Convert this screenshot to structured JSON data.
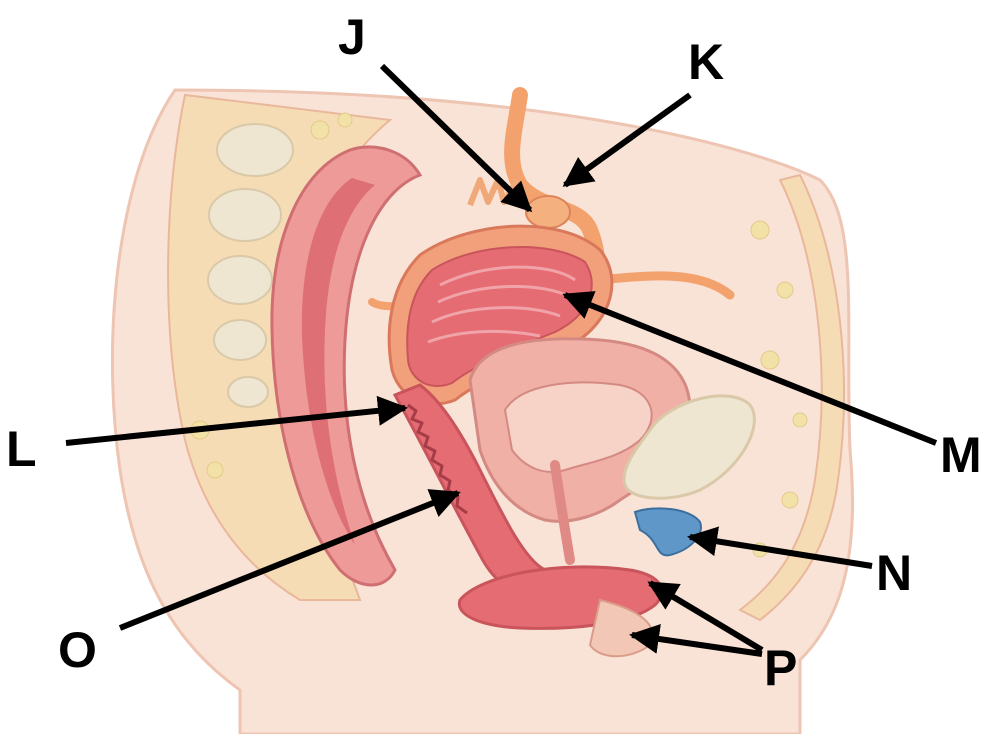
{
  "labels": {
    "J": "J",
    "K": "K",
    "L": "L",
    "M": "M",
    "N": "N",
    "O": "O",
    "P": "P"
  },
  "colors": {
    "skin": "#f9e3d6",
    "skin_outline": "#eec4b2",
    "cut_surface": "#f6dcb4",
    "fat": "#f3e2a8",
    "bone": "#efe6d2",
    "bowel_wall": "#ee9a98",
    "bowel_lining": "#d8616a",
    "uterus_outer": "#f2a07c",
    "uterus_inner": "#e46c72",
    "tube_ovary": "#f3a26e",
    "cartilage_blue": "#5f98c8",
    "arrow": "#000000"
  }
}
